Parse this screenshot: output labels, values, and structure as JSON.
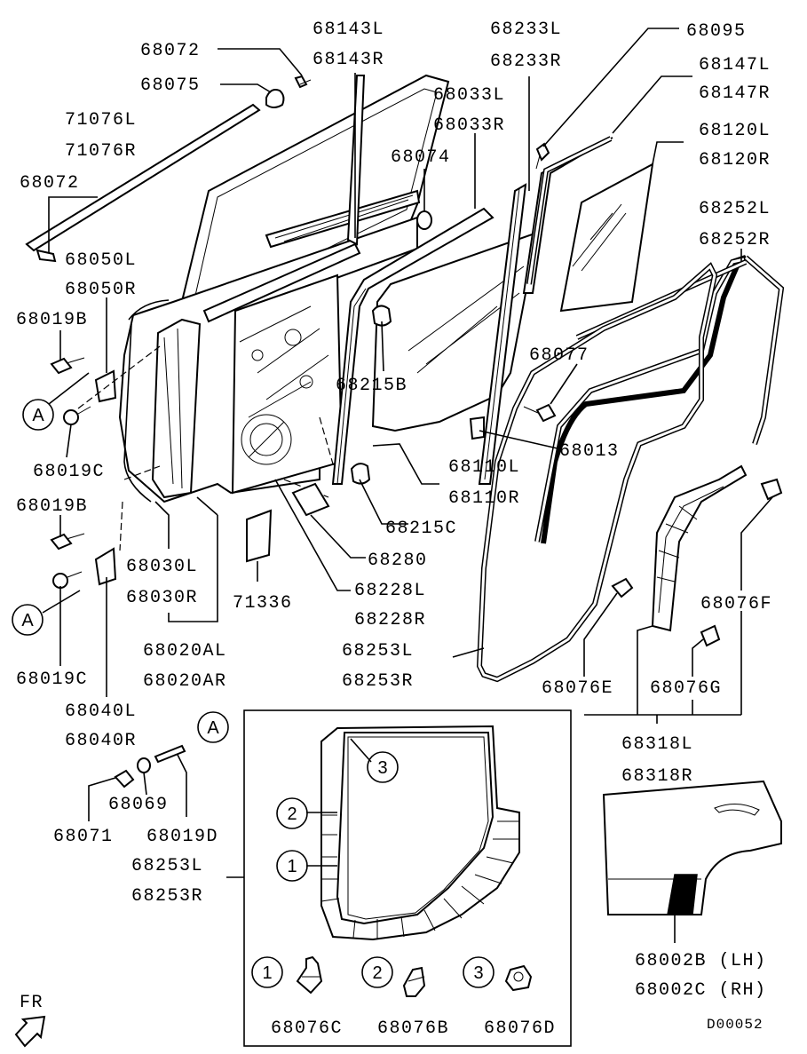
{
  "labels": {
    "p68143L": "68143L",
    "p68143R": "68143R",
    "p68233L": "68233L",
    "p68233R": "68233R",
    "p68095": "68095",
    "p68072a": "68072",
    "p68075": "68075",
    "p68147L": "68147L",
    "p68147R": "68147R",
    "p68033L": "68033L",
    "p68033R": "68033R",
    "p71076L": "71076L",
    "p71076R": "71076R",
    "p68120L": "68120L",
    "p68120R": "68120R",
    "p68074": "68074",
    "p68072b": "68072",
    "p68252L": "68252L",
    "p68252R": "68252R",
    "p68050L": "68050L",
    "p68050R": "68050R",
    "p68019Ba": "68019B",
    "p68077": "68077",
    "p68215B": "68215B",
    "p68013": "68013",
    "p68019Ca": "68019C",
    "p68110L": "68110L",
    "p68110R": "68110R",
    "p68019Bb": "68019B",
    "p68215C": "68215C",
    "p68030L": "68030L",
    "p68030R": "68030R",
    "p68280": "68280",
    "p68228L": "68228L",
    "p68228R": "68228R",
    "p71336": "71336",
    "p68076F": "68076F",
    "p68020AL": "68020AL",
    "p68020AR": "68020AR",
    "p68253La": "68253L",
    "p68253Ra": "68253R",
    "p68019Cb": "68019C",
    "p68076E": "68076E",
    "p68076G": "68076G",
    "p68040L": "68040L",
    "p68040R": "68040R",
    "p68318L": "68318L",
    "p68318R": "68318R",
    "p68069": "68069",
    "p68071": "68071",
    "p68019D": "68019D",
    "p68253Lb": "68253L",
    "p68253Rb": "68253R",
    "p68002B": "68002B (LH)",
    "p68002C": "68002C (RH)",
    "p68076C": "68076C",
    "p68076B": "68076B",
    "p68076D": "68076D",
    "figure_code": "D00052",
    "fr": "FR"
  },
  "callouts": {
    "A": "A",
    "one": "1",
    "two": "2",
    "three": "3"
  }
}
